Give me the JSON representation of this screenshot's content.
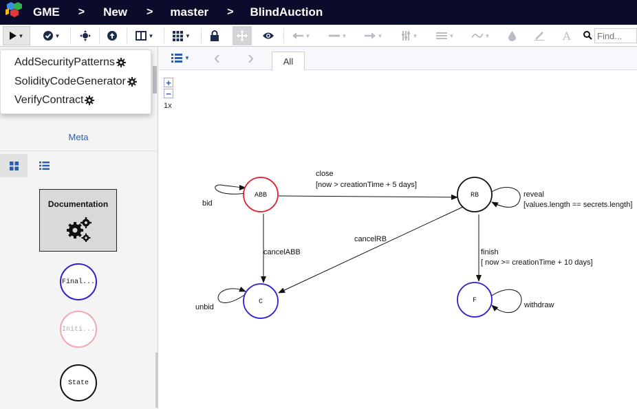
{
  "header": {
    "app_name": "GME",
    "breadcrumbs": [
      "New",
      "master",
      "BlindAuction"
    ],
    "separator": ">"
  },
  "toolbar": {
    "find_placeholder": "Find..."
  },
  "plugins_menu": {
    "items": [
      "AddSecurityPatterns",
      "SolidityCodeGenerator",
      "VerifyContract"
    ]
  },
  "left_panel": {
    "meta_label": "Meta",
    "palette": {
      "documentation_label": "Documentation",
      "final_label": "Final...",
      "initial_label": "Initi...",
      "state_label": "State"
    }
  },
  "canvas": {
    "tab_all": "All",
    "zoom_in": "+",
    "zoom_out": "−",
    "zoom_level": "1x",
    "states": {
      "abb": "ABB",
      "rb": "RB",
      "c": "C",
      "f": "F"
    },
    "transitions": {
      "close_name": "close",
      "close_guard": "[now > creationTime + 5 days]",
      "bid": "bid",
      "reveal_name": "reveal",
      "reveal_guard": "[values.length == secrets.length]",
      "cancel_abb": "cancelABB",
      "cancel_rb": "cancelRB",
      "finish_name": "finish",
      "finish_guard": "[ now >= creationTime + 10 days]",
      "unbid": "unbid",
      "withdraw": "withdraw"
    }
  },
  "colors": {
    "header_bg": "#0b0b2b",
    "initial_state": "#e0202e",
    "final_state": "#2a1fd1",
    "normal_state": "#111111",
    "meta_link": "#2a5db0"
  }
}
